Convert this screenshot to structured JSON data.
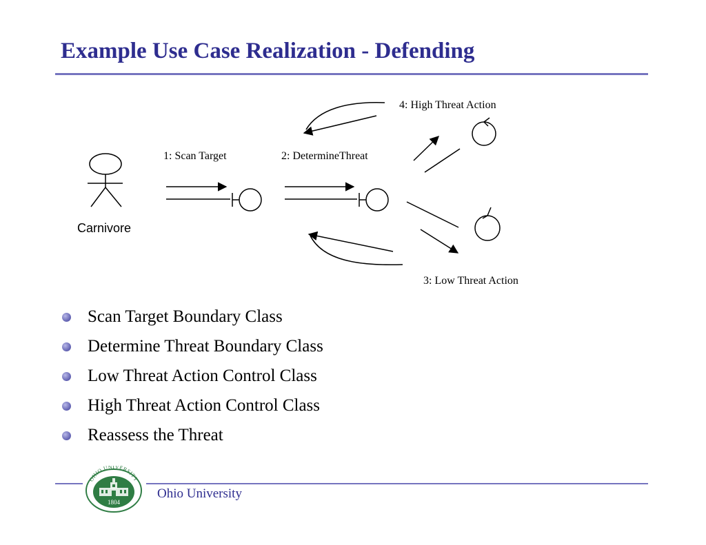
{
  "slide": {
    "title": "Example Use Case Realization - Defending",
    "footer": "Ohio University"
  },
  "diagram": {
    "actor": "Carnivore",
    "messages": [
      "1: Scan Target",
      "2: DetermineThreat",
      "3: Low Threat Action",
      "4: High Threat Action"
    ]
  },
  "bullets": [
    "Scan Target Boundary Class",
    "Determine Threat Boundary Class",
    "Low Threat Action Control Class",
    "High Threat Action Control Class",
    "Reassess the Threat"
  ],
  "logo": {
    "text": "OHIO UNIVERSITY",
    "year": "1804"
  },
  "colors": {
    "title": "#2e2d8f",
    "rule": "#7574bf",
    "logo": "#2f7d44"
  }
}
